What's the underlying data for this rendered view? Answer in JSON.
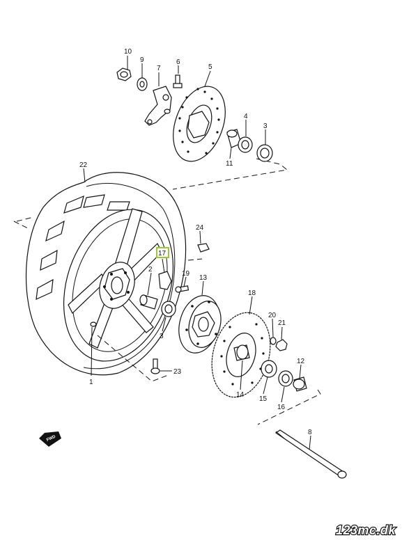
{
  "diagram": {
    "watermark": "123mc.dk",
    "direction_marker": "FWD",
    "labels": [
      "10",
      "9",
      "7",
      "6",
      "5",
      "4",
      "3",
      "11",
      "22",
      "24",
      "17",
      "2",
      "19",
      "13",
      "18",
      "20",
      "21",
      "3",
      "12",
      "1",
      "23",
      "14",
      "15",
      "16",
      "8"
    ],
    "highlighted_label": "17"
  }
}
